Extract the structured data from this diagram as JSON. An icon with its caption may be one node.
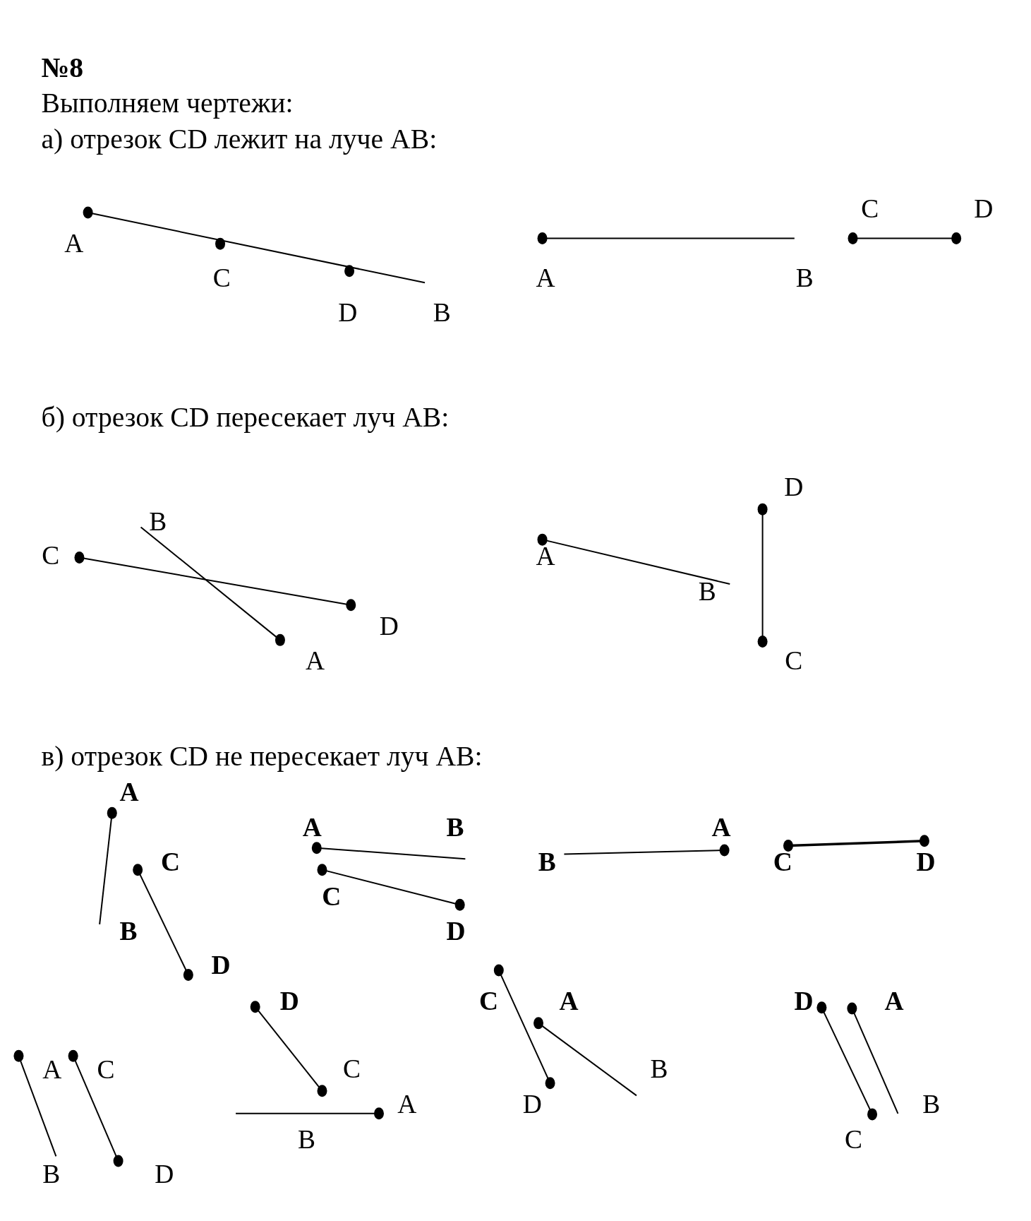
{
  "diagram": {
    "title": "№8",
    "labels": [
      "Выполняем чертежи:",
      "а) отрезок CD лежит на луче AB:",
      "A",
      "C",
      "D",
      "B",
      "C",
      "D",
      "A",
      "B",
      "б) отрезок CD пересекает луч AB:",
      "B",
      "C",
      "D",
      "A",
      "D",
      "A",
      "B",
      "C",
      "в) отрезок CD не пересекает луч AB:",
      "A",
      "C",
      "B",
      "D",
      "A",
      "B",
      "C",
      "D",
      "A",
      "B",
      "C",
      "D",
      "A",
      "C",
      "B",
      "D",
      "D",
      "C",
      "A",
      "B",
      "C",
      "A",
      "D",
      "B",
      "D",
      "A",
      "B",
      "C"
    ]
  }
}
